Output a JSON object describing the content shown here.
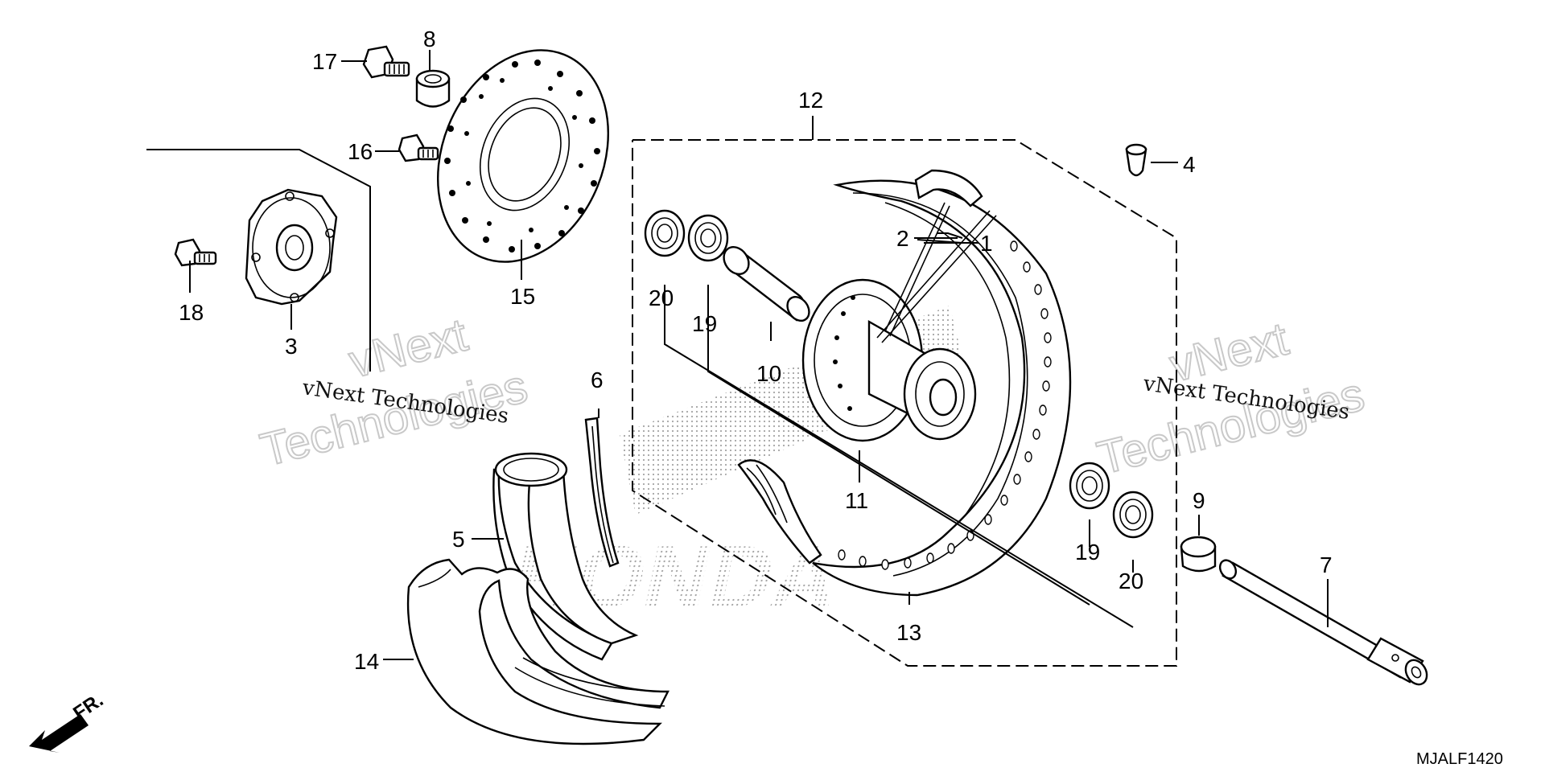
{
  "diagram": {
    "callouts": {
      "c1": "1",
      "c2": "2",
      "c3": "3",
      "c4": "4",
      "c5": "5",
      "c6": "6",
      "c7": "7",
      "c8": "8",
      "c9": "9",
      "c10": "10",
      "c11": "11",
      "c12": "12",
      "c13": "13",
      "c14": "14",
      "c15": "15",
      "c16": "16",
      "c17": "17",
      "c18": "18",
      "c19a": "19",
      "c19b": "19",
      "c20a": "20",
      "c20b": "20"
    },
    "direction_marker": "FR.",
    "diagram_code": "MJALF1420",
    "watermarks": {
      "left_big_1": "vNext",
      "left_big_2": "Technologies",
      "left_small": "vNext Technologies",
      "right_big_1": "vNext",
      "right_big_2": "Technologies",
      "right_small": "vNext Technologies"
    },
    "background_logo": "HONDA"
  }
}
